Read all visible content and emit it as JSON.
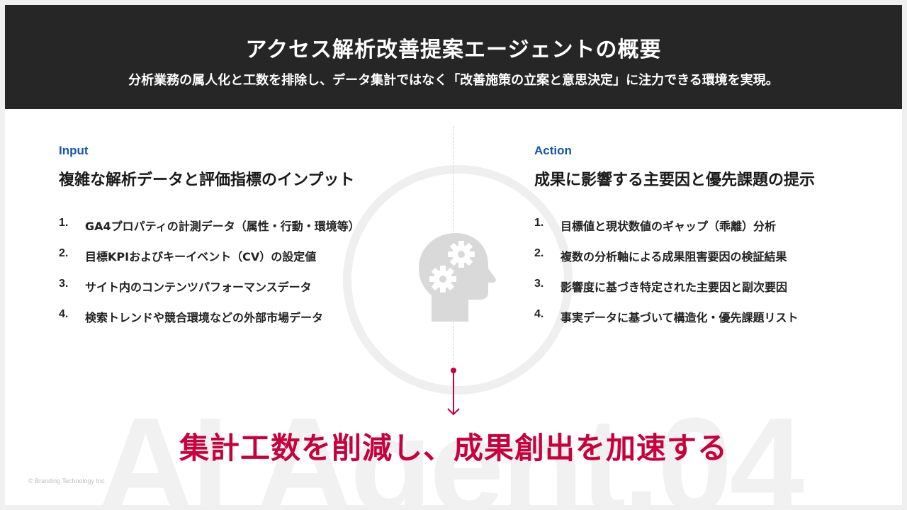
{
  "header": {
    "title": "アクセス解析改善提案エージェントの概要",
    "subtitle": "分析業務の属人化と工数を排除し、データ集計ではなく「改善施策の立案と意思決定」に注力できる環境を実現。"
  },
  "input": {
    "label": "Input",
    "heading": "複雑な解析データと評価指標のインプット",
    "items": [
      {
        "num": "1.",
        "text": "GA4プロパティの計測データ（属性・行動・環境等）"
      },
      {
        "num": "2.",
        "text": "目標KPIおよびキーイベント（CV）の設定値"
      },
      {
        "num": "3.",
        "text": "サイト内のコンテンツパフォーマンスデータ"
      },
      {
        "num": "4.",
        "text": "検索トレンドや競合環境などの外部市場データ"
      }
    ]
  },
  "action": {
    "label": "Action",
    "heading": "成果に影響する主要因と優先課題の提示",
    "items": [
      {
        "num": "1.",
        "text": "目標値と現状数値のギャップ（乖離）分析"
      },
      {
        "num": "2.",
        "text": "複数の分析軸による成果阻害要因の検証結果"
      },
      {
        "num": "3.",
        "text": "影響度に基づき特定された主要因と副次要因"
      },
      {
        "num": "4.",
        "text": "事実データに基づいて構造化・優先課題リスト"
      }
    ]
  },
  "center": {
    "icon": "head-gears-icon"
  },
  "tagline": "集計工数を削減し、成果創出を加速する",
  "watermark": "AI Agent.04",
  "copyright": "© Branding Technology Inc.",
  "colors": {
    "header_bg": "#262626",
    "label_blue": "#1656a6",
    "accent_red": "#c8003c",
    "icon_gray": "#d9d9d9",
    "ring_gray": "#efefef"
  }
}
